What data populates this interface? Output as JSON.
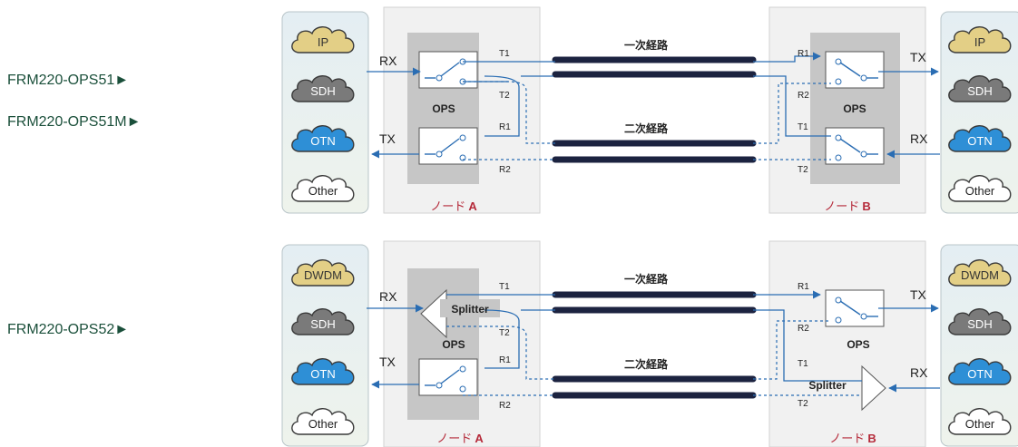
{
  "models": {
    "top1": "FRM220-OPS51►",
    "top2": "FRM220-OPS51M►",
    "bottom": "FRM220-OPS52►"
  },
  "diagram1": {
    "clouds_left": [
      "IP",
      "SDH",
      "OTN",
      "Other"
    ],
    "clouds_right": [
      "IP",
      "SDH",
      "OTN",
      "Other"
    ],
    "rx_left": "RX",
    "tx_left": "TX",
    "tx_right": "TX",
    "rx_right": "RX",
    "ops_left": "OPS",
    "ops_right": "OPS",
    "primary_path": "一次経路",
    "secondary_path": "二次経路",
    "node_a_prefix": "ノード",
    "node_a_letter": "A",
    "node_b_prefix": "ノード",
    "node_b_letter": "B",
    "port_t1_left": "T1",
    "port_t2_left": "T2",
    "port_r1_left": "R1",
    "port_r2_left": "R2",
    "port_r1_right": "R1",
    "port_r2_right": "R2",
    "port_t1_right": "T1",
    "port_t2_right": "T2"
  },
  "diagram2": {
    "clouds_left": [
      "DWDM",
      "SDH",
      "OTN",
      "Other"
    ],
    "clouds_right": [
      "DWDM",
      "SDH",
      "OTN",
      "Other"
    ],
    "rx_left": "RX",
    "tx_left": "TX",
    "tx_right": "TX",
    "rx_right": "RX",
    "splitter_left": "Splitter",
    "splitter_right": "Splitter",
    "ops_left": "OPS",
    "ops_right": "OPS",
    "primary_path": "一次経路",
    "secondary_path": "二次経路",
    "node_a_prefix": "ノード",
    "node_a_letter": "A",
    "node_b_prefix": "ノード",
    "node_b_letter": "B",
    "port_t1_left": "T1",
    "port_t2_left": "T2",
    "port_r1_left": "R1",
    "port_r2_left": "R2",
    "port_r1_right": "R1",
    "port_r2_right": "R2",
    "port_t1_right": "T1",
    "port_t2_right": "T2"
  },
  "colors": {
    "blue": "#2a6db3",
    "fiber": "#1c2340",
    "node_red": "#b52a3a",
    "model_text": "#1a4f3a",
    "cloud_ip": "#e3cf86",
    "cloud_sdh": "#7a7a7a",
    "cloud_otn": "#2e8fd6",
    "cloud_other": "#ffffff"
  },
  "icons": [
    "cloud-icon",
    "optical-switch-icon",
    "splitter-icon",
    "arrow-icon"
  ]
}
